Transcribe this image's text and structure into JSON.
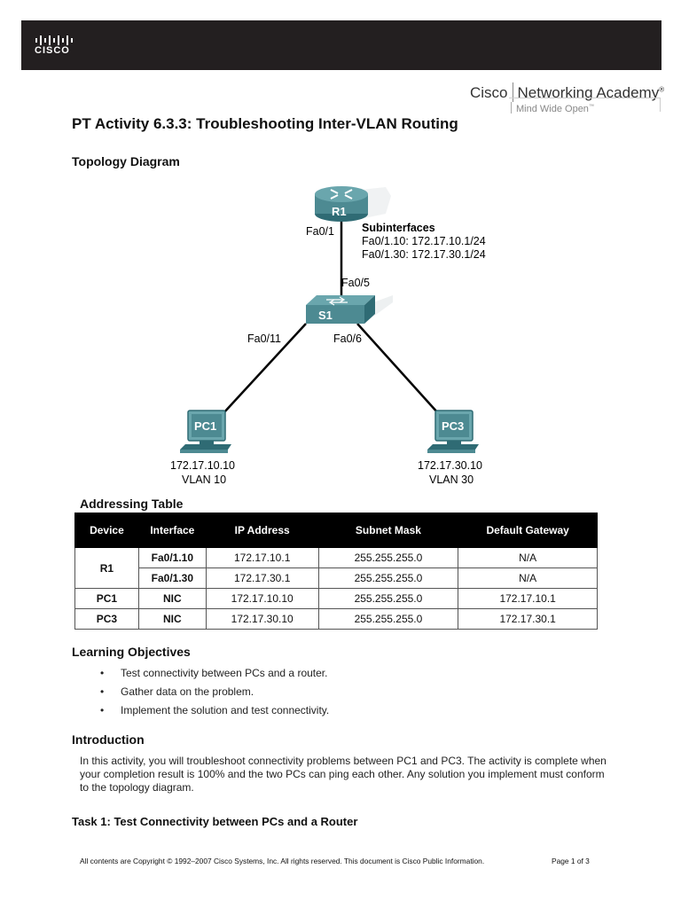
{
  "header": {
    "logo_text": "CISCO",
    "academy_cisco": "Cisco",
    "academy_name": "Networking Academy",
    "academy_reg": "®",
    "tagline": "Mind Wide Open",
    "tagline_tm": "™"
  },
  "title": "PT Activity 6.3.3: Troubleshooting Inter-VLAN Routing",
  "topology": {
    "heading": "Topology Diagram",
    "router_name": "R1",
    "switch_name": "S1",
    "pc1_name": "PC1",
    "pc3_name": "PC3",
    "r1_port": "Fa0/1",
    "s1_uplink": "Fa0/5",
    "s1_port_pc1": "Fa0/11",
    "s1_port_pc3": "Fa0/6",
    "sub_title": "Subinterfaces",
    "sub_1": "Fa0/1.10: 172.17.10.1/24",
    "sub_2": "Fa0/1.30: 172.17.30.1/24",
    "pc1_ip": "172.17.10.10",
    "pc1_vlan": "VLAN 10",
    "pc3_ip": "172.17.30.10",
    "pc3_vlan": "VLAN 30",
    "colors": {
      "device": "#4d8a92",
      "device_dark": "#2f6b74",
      "link": "#000000"
    }
  },
  "addressing": {
    "heading": "Addressing Table",
    "columns": [
      "Device",
      "Interface",
      "IP Address",
      "Subnet Mask",
      "Default Gateway"
    ],
    "rows": [
      [
        "R1",
        "Fa0/1.10",
        "172.17.10.1",
        "255.255.255.0",
        "N/A"
      ],
      [
        "",
        "Fa0/1.30",
        "172.17.30.1",
        "255.255.255.0",
        "N/A"
      ],
      [
        "PC1",
        "NIC",
        "172.17.10.10",
        "255.255.255.0",
        "172.17.10.1"
      ],
      [
        "PC3",
        "NIC",
        "172.17.30.10",
        "255.255.255.0",
        "172.17.30.1"
      ]
    ]
  },
  "objectives": {
    "heading": "Learning Objectives",
    "items": [
      "Test connectivity between PCs and a router.",
      "Gather data on the problem.",
      "Implement the solution and test connectivity."
    ]
  },
  "introduction": {
    "heading": "Introduction",
    "text": "In this activity, you will troubleshoot connectivity problems between PC1 and PC3. The activity is complete when your completion result is 100% and the two PCs can ping each other. Any solution you implement must conform to the topology diagram."
  },
  "task1": "Task 1: Test Connectivity between PCs and a Router",
  "footer": {
    "copyright": "All contents are Copyright © 1992–2007 Cisco Systems, Inc. All rights reserved. This document is Cisco Public Information.",
    "page": "Page 1 of 3"
  }
}
